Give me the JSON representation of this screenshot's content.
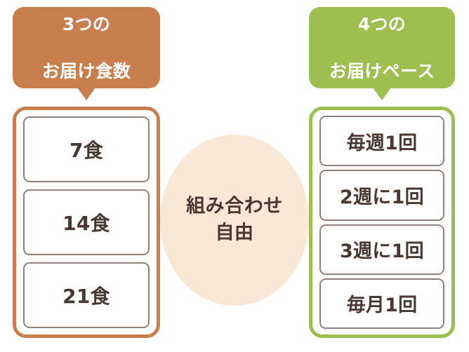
{
  "diagram": {
    "title": "組み合わせ自由",
    "colors": {
      "meals_accent": "#c97e4e",
      "pace_accent": "#9cbf4f",
      "circle_fill": "#f9e8d6",
      "card_border": "#8f817b",
      "text_dark": "#4a3731",
      "text_light": "#ffffff"
    }
  },
  "center": {
    "line1": "組み合わせ",
    "line2": "自由"
  },
  "meals": {
    "badge": {
      "line1": "3つの",
      "line2": "お届け食数",
      "full": "3つの\nお届け食数",
      "count": "3"
    },
    "options": [
      {
        "label": "7食"
      },
      {
        "label": "14食"
      },
      {
        "label": "21食"
      }
    ]
  },
  "pace": {
    "badge": {
      "line1": "4つの",
      "line2": "お届けペース",
      "full": "4つの\nお届けペース",
      "count": "4"
    },
    "options": [
      {
        "label": "毎週1回"
      },
      {
        "label": "2週に1回"
      },
      {
        "label": "3週に1回"
      },
      {
        "label": "毎月1回"
      }
    ]
  }
}
